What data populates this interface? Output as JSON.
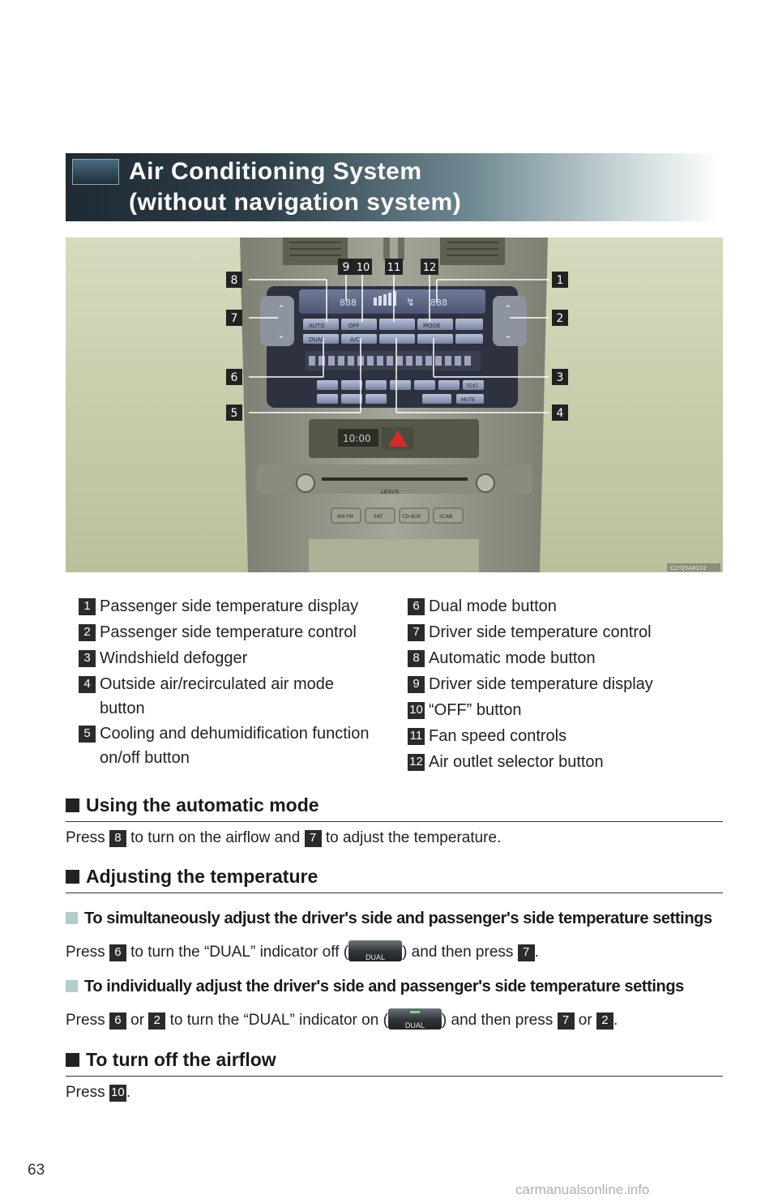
{
  "header": {
    "title_line1": "Air Conditioning System",
    "title_line2": "(without navigation system)"
  },
  "photo": {
    "code": "CLYQ5A8102",
    "callouts_left": [
      "8",
      "7",
      "6",
      "5"
    ],
    "callouts_right": [
      "1",
      "2",
      "3",
      "4"
    ],
    "callouts_top": [
      "9",
      "10",
      "11",
      "12"
    ],
    "panel_texts": {
      "temp_left": "888",
      "temp_right": "888",
      "clock": "10:00",
      "auto": "AUTO",
      "off": "OFF",
      "mode": "MODE",
      "dual": "DUAL",
      "ac": "A/C",
      "text": "TEXT",
      "mute": "MUTE",
      "am_fm": "AM·FM",
      "sat": "SAT",
      "cd_aux": "CD·AUX",
      "scan": "SCAN",
      "brand": "LEXUS"
    }
  },
  "legend": {
    "left": [
      {
        "num": "1",
        "text_line1": "Passenger side temperature display",
        "text_line2": ""
      },
      {
        "num": "2",
        "text_line1": "Passenger side temperature control",
        "text_line2": ""
      },
      {
        "num": "3",
        "text_line1": "Windshield defogger",
        "text_line2": ""
      },
      {
        "num": "4",
        "text_line1": "Outside air/recirculated air mode",
        "text_line2": "button"
      },
      {
        "num": "5",
        "text_line1": "Cooling and dehumidification function",
        "text_line2": "on/off button"
      }
    ],
    "right": [
      {
        "num": "6",
        "text": "Dual mode button"
      },
      {
        "num": "7",
        "text": "Driver side temperature control"
      },
      {
        "num": "8",
        "text": "Automatic mode button"
      },
      {
        "num": "9",
        "text": "Driver side temperature display"
      },
      {
        "num": "10",
        "text": "“OFF” button"
      },
      {
        "num": "11",
        "text": "Fan speed controls"
      },
      {
        "num": "12",
        "text": "Air outlet selector button"
      }
    ]
  },
  "sections": {
    "auto_mode": {
      "heading": "Using the automatic mode",
      "p_press": "Press",
      "b1": "8",
      "p_mid": "to turn on the airflow and",
      "b2": "7",
      "p_end": "to adjust the temperature."
    },
    "adjust_temp": {
      "heading": "Adjusting the temperature",
      "sub1": {
        "heading": "To simultaneously adjust the driver's side and passenger's side temperature settings",
        "p_press": "Press",
        "b1": "6",
        "p_mid": "to turn the “DUAL” indicator off (",
        "btn_label": "DUAL",
        "p_after": ") and then press",
        "b2": "7",
        "p_end": "."
      },
      "sub2": {
        "heading": "To individually adjust the driver's side and passenger's side temperature settings",
        "p_press": "Press",
        "b1": "6",
        "p_or1": "or",
        "b2": "2",
        "p_mid": "to turn the “DUAL” indicator on (",
        "btn_label": "DUAL",
        "p_after": ") and then press",
        "b3": "7",
        "p_or2": "or",
        "b4": "2",
        "p_end": "."
      }
    },
    "airflow_off": {
      "heading": "To turn off the airflow",
      "p_press": "Press",
      "b1": "10",
      "p_end": "."
    }
  },
  "footer": {
    "page_number": "63",
    "watermark": "carmanualsonline.info"
  }
}
